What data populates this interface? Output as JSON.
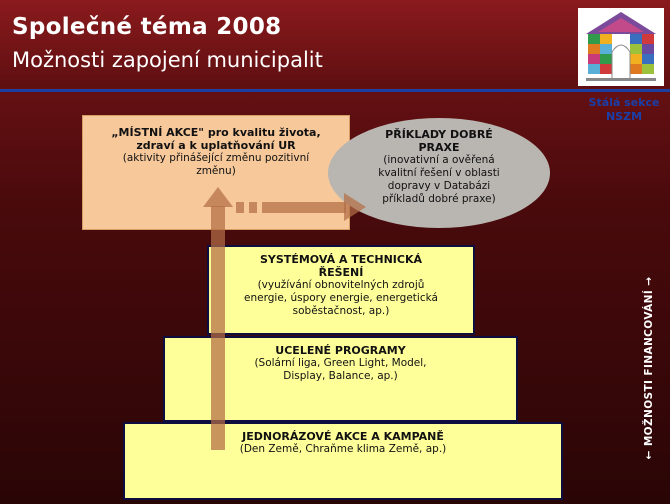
{
  "header": {
    "title": "Společné téma 2008",
    "subtitle": "Možnosti zapojení municipalit"
  },
  "section_tag": {
    "line1": "Stálá sekce",
    "line2": "NSZM"
  },
  "local_action": {
    "title_line1": "„MÍSTNÍ AKCE\" pro kvalitu života,",
    "title_line2": "zdraví a k uplatňování UR",
    "desc_line1": "(aktivity přinášející změnu pozitivní",
    "desc_line2": "změnu)"
  },
  "good_practice": {
    "title_line1": "PŘÍKLADY DOBRÉ",
    "title_line2": "PRAXE",
    "desc_line1": "(inovativní a ověřená",
    "desc_line2": "kvalitní řešení v oblasti",
    "desc_line3": "dopravy v Databázi",
    "desc_line4": "příkladů dobré praxe)"
  },
  "tiers": [
    {
      "title_line1": "SYSTÉMOVÁ A TECHNICKÁ",
      "title_line2": "ŘEŠENÍ",
      "desc_line1": "(využívání obnovitelných zdrojů",
      "desc_line2": "energie, úspory energie, energetická",
      "desc_line3": "soběstačnost, ap.)"
    },
    {
      "title": "UCELENÉ PROGRAMY",
      "desc_line1": "(Solární liga, Green Light, Model,",
      "desc_line2": "Display, Balance, ap.)"
    },
    {
      "title": "JEDNORÁZOVÉ AKCE A KAMPANĚ",
      "desc_line1": "(Den Země, Chraňme klima Země, ap.)"
    }
  ],
  "side_label": "← MOŽNOSTI FINANCOVÁNÍ →",
  "colors": {
    "background": "#5a0d0f",
    "rule": "#1a3fa0",
    "orange_box": "#f7c89a",
    "ellipse": "#b9b6b1",
    "yellow_box": "#ffff9a",
    "arrow": "#b36d45",
    "section_tag": "#1b3fa8"
  }
}
